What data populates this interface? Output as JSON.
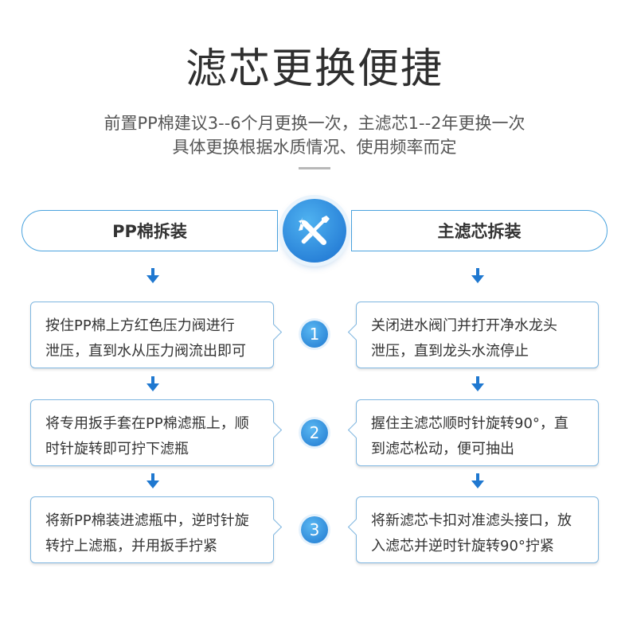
{
  "header": {
    "title": "滤芯更换便捷",
    "subtitle_line1": "前置PP棉建议3--6个月更换一次，主滤芯1--2年更换一次",
    "subtitle_line2": "具体更换根据水质情况、使用频率而定"
  },
  "left_column": {
    "heading": "PP棉拆装",
    "steps": [
      {
        "line1": "按住PP棉上方红色压力阀进行",
        "line2": "泄压，直到水从压力阀流出即可"
      },
      {
        "line1": "将专用扳手套在PP棉滤瓶上，顺",
        "line2": "时针旋转即可拧下滤瓶"
      },
      {
        "line1": "将新PP棉装进滤瓶中，逆时针旋",
        "line2": "转拧上滤瓶，并用扳手拧紧"
      }
    ]
  },
  "right_column": {
    "heading": "主滤芯拆装",
    "steps": [
      {
        "line1": "关闭进水阀门并打开净水龙头",
        "line2": "泄压，直到龙头水流停止"
      },
      {
        "line1": "握住主滤芯顺时针旋转90°，直",
        "line2": "到滤芯松动，便可抽出"
      },
      {
        "line1": "将新滤芯卡扣对准滤头接口，放",
        "line2": "入滤芯并逆时针旋转90°拧紧"
      }
    ]
  },
  "step_numbers": [
    "1",
    "2",
    "3"
  ],
  "center_icon": "wrench-screwdriver-icon",
  "colors": {
    "accent": "#1f78d0",
    "border": "#4aa3de",
    "text": "#333333"
  }
}
